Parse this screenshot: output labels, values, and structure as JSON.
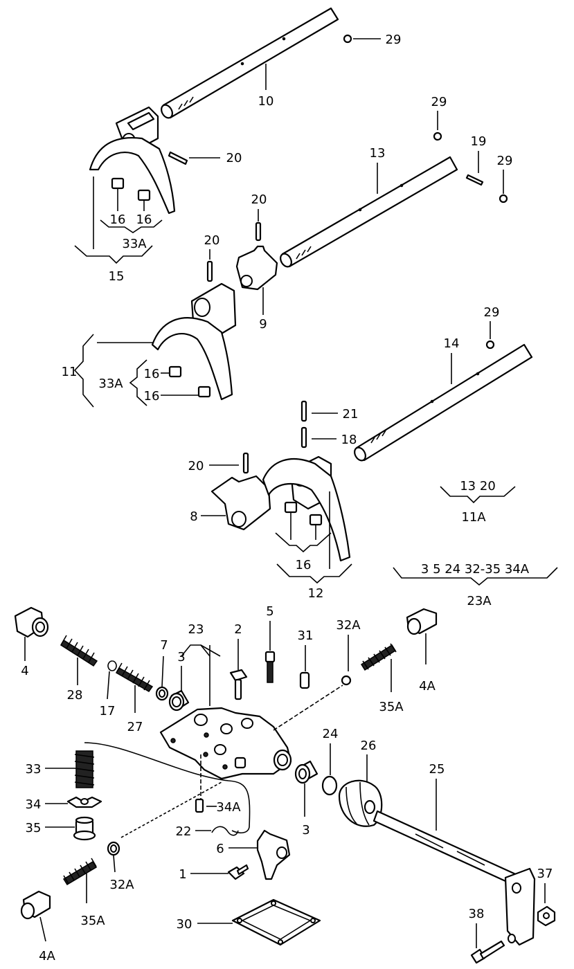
{
  "diagram": {
    "labels": {
      "p10": "10",
      "p29a": "29",
      "p29b": "29",
      "p29c": "29",
      "p29d": "29",
      "p20a": "20",
      "p20b": "20",
      "p20c": "20",
      "p20d": "20",
      "p13": "13",
      "p19": "19",
      "p16a": "16",
      "p16b": "16",
      "p33a1": "33A",
      "p15": "15",
      "p9": "9",
      "p11": "11",
      "p33a2": "33A",
      "p16c": "16",
      "p16d": "16",
      "p14": "14",
      "p21": "21",
      "p18": "18",
      "g11a_items": "13  20",
      "g11a": "11A",
      "p8": "8",
      "p16e": "16",
      "p12": "12",
      "g23a_items": "3  5  24  32-35  34A",
      "g23a": "23A",
      "p4a": "4",
      "p28": "28",
      "p17": "17",
      "p27": "27",
      "p7": "7",
      "p3a": "3",
      "p23": "23",
      "p2": "2",
      "p5": "5",
      "p31": "31",
      "p32a": "32A",
      "p35a1": "35A",
      "p4A1": "4A",
      "p33": "33",
      "p34": "34",
      "p35": "35",
      "p34a": "34A",
      "p22": "22",
      "p6": "6",
      "p1": "1",
      "p32a2": "32A",
      "p35a2": "35A",
      "p4A2": "4A",
      "p30": "30",
      "p24": "24",
      "p26": "26",
      "p25": "25",
      "p3b": "3",
      "p37": "37",
      "p38": "38"
    }
  }
}
